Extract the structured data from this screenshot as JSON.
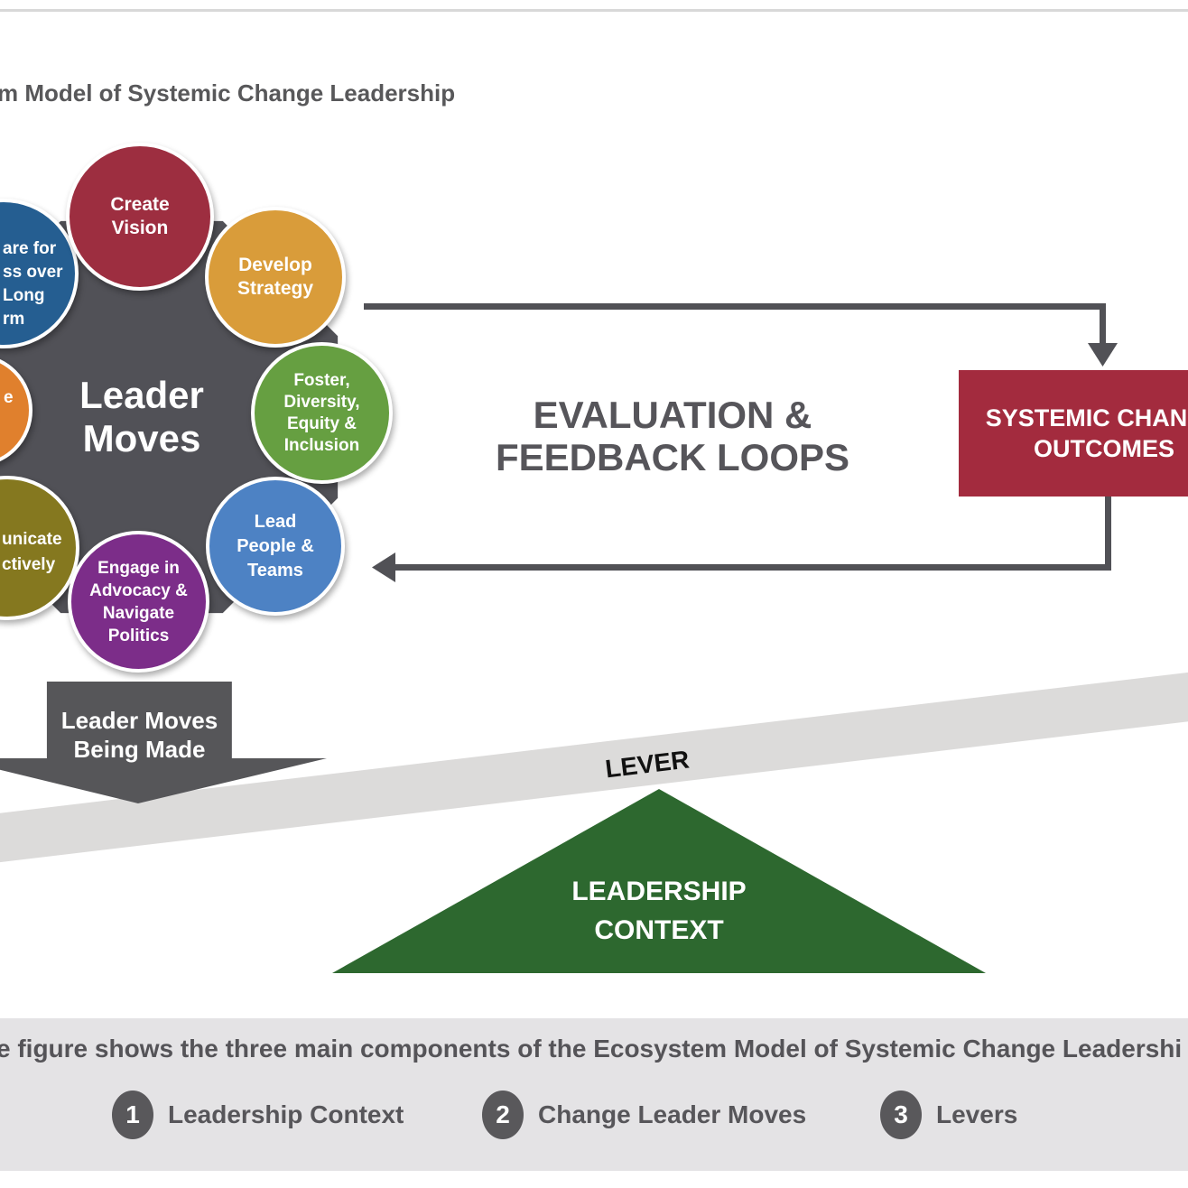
{
  "colors": {
    "page_bg": "#ffffff",
    "top_rule": "#d8d8d8",
    "title_text": "#58585a",
    "hub": "#515157",
    "care_long_term": "#255e91",
    "create_vision": "#9d2e40",
    "develop_strategy": "#d99c3a",
    "foster_dei": "#669f41",
    "lead_people_teams": "#4d82c4",
    "engage_advocacy": "#7c2d89",
    "communicate_effectively": "#85781f",
    "partial_orange": "#e0802d",
    "arrows": "#515156",
    "evaluation_text": "#56555a",
    "outcomes_box": "#a32b3e",
    "moves_arrow": "#565659",
    "lever_bar": "#dcdbda",
    "lever_text": "#111111",
    "fulcrum": "#2d682f",
    "caption_bg": "#e4e3e5",
    "caption_text": "#555458",
    "badge": "#59585b",
    "legend_text": "#57565a"
  },
  "title": "m Model of Systemic Change Leadership",
  "hub": {
    "lines": [
      "Leader",
      "Moves"
    ]
  },
  "circles": [
    {
      "id": "care-long-term",
      "lines": [
        "are for",
        "ss over",
        "Long",
        "rm"
      ]
    },
    {
      "id": "create-vision",
      "lines": [
        "Create",
        "Vision"
      ]
    },
    {
      "id": "develop-strategy",
      "lines": [
        "Develop",
        "Strategy"
      ]
    },
    {
      "id": "foster-dei",
      "lines": [
        "Foster,",
        "Diversity,",
        "Equity &",
        "Inclusion"
      ]
    },
    {
      "id": "lead-people-teams",
      "lines": [
        "Lead",
        "People &",
        "Teams"
      ]
    },
    {
      "id": "engage-advocacy",
      "lines": [
        "Engage in",
        "Advocacy &",
        "Navigate",
        "Politics"
      ]
    },
    {
      "id": "communicate-effectively",
      "lines": [
        "unicate",
        "ctively"
      ]
    },
    {
      "id": "partial-orange",
      "lines": [
        "e"
      ]
    }
  ],
  "evaluation": {
    "lines": [
      "EVALUATION &",
      "FEEDBACK LOOPS"
    ]
  },
  "outcomes": {
    "lines": [
      "SYSTEMIC CHANGE",
      "OUTCOMES"
    ]
  },
  "moves_arrow": {
    "lines": [
      "Leader Moves",
      "Being Made"
    ]
  },
  "lever": {
    "label": "LEVER"
  },
  "fulcrum": {
    "lines": [
      "LEADERSHIP",
      "CONTEXT"
    ]
  },
  "caption": {
    "text": "e figure shows the three main components of the Ecosystem Model of Systemic Change Leadershi",
    "items": [
      {
        "num": "1",
        "label": "Leadership Context"
      },
      {
        "num": "2",
        "label": "Change Leader Moves"
      },
      {
        "num": "3",
        "label": "Levers"
      }
    ]
  }
}
